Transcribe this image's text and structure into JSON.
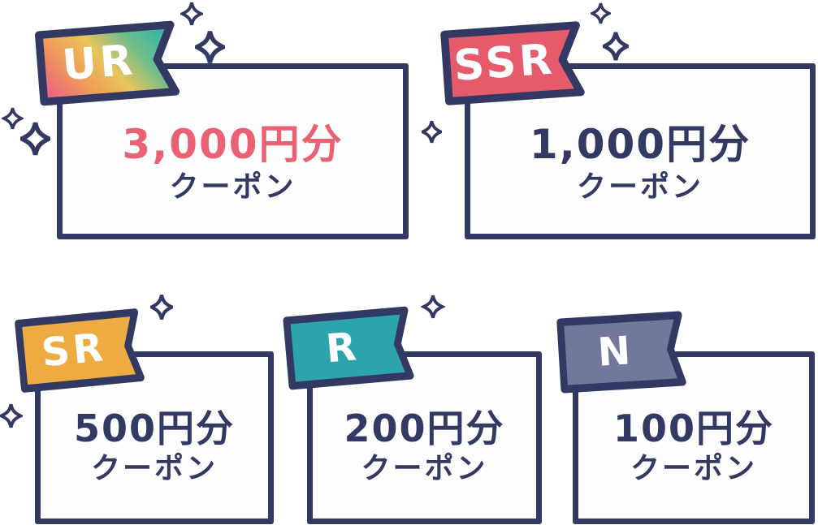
{
  "banner": {
    "description_label": "coupon rarity banner"
  },
  "coupons": [
    {
      "rarity": "UR",
      "value": "3,000円分",
      "label": "クーポン",
      "value_color": "#ea6174",
      "badge_style": "gradient"
    },
    {
      "rarity": "SSR",
      "value": "1,000円分",
      "label": "クーポン",
      "value_color": "#323963",
      "badge_color": "#e65b6b"
    },
    {
      "rarity": "SR",
      "value": "500円分",
      "label": "クーポン",
      "value_color": "#323963",
      "badge_color": "#edab41"
    },
    {
      "rarity": "R",
      "value": "200円分",
      "label": "クーポン",
      "value_color": "#323963",
      "badge_color": "#2da4ab"
    },
    {
      "rarity": "N",
      "value": "100円分",
      "label": "クーポン",
      "value_color": "#323963",
      "badge_color": "#72779c"
    }
  ],
  "colors": {
    "outline_navy": "#323963",
    "card_background": "#fdfdfe",
    "page_background": "#ffffff",
    "badge_text": "#ffffff",
    "ur_gradient": [
      "#ec6a7d",
      "#efa058",
      "#e9c45b",
      "#6fbe8b",
      "#3cb4a4"
    ]
  },
  "decor": {
    "sparkle_fill": "#ffffff",
    "sparkle_outline": "#323963",
    "sparkle_count": 10
  }
}
